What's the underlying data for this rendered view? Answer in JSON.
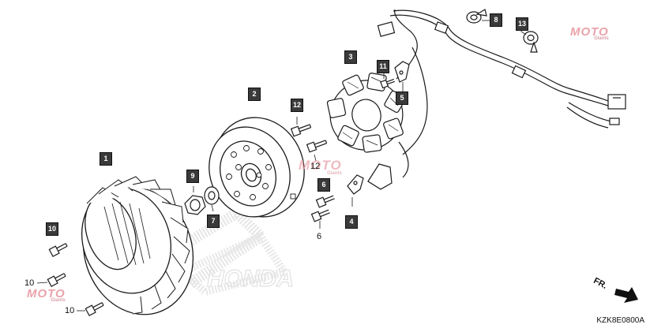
{
  "diagram": {
    "part_tags": [
      {
        "id": "tag-1",
        "label": "1"
      },
      {
        "id": "tag-2",
        "label": "2"
      },
      {
        "id": "tag-3",
        "label": "3"
      },
      {
        "id": "tag-4",
        "label": "4"
      },
      {
        "id": "tag-5",
        "label": "5"
      },
      {
        "id": "tag-6",
        "label": "6"
      },
      {
        "id": "tag-7",
        "label": "7"
      },
      {
        "id": "tag-8",
        "label": "8"
      },
      {
        "id": "tag-9",
        "label": "9"
      },
      {
        "id": "tag-10",
        "label": "10"
      },
      {
        "id": "tag-11",
        "label": "11"
      },
      {
        "id": "tag-12",
        "label": "12"
      },
      {
        "id": "tag-13",
        "label": "13"
      }
    ],
    "plain_labels": {
      "bolt_10_a": "10",
      "bolt_10_b": "10",
      "bolt_12": "12",
      "bolt_6": "6"
    },
    "direction_marker": "FR.",
    "diagram_code": "KZK8E0800A",
    "watermark": {
      "text": "MOTO",
      "subtext": "Giants"
    },
    "background_logo": "HONDA",
    "colors": {
      "tag_bg": "#3a3a3a",
      "line": "#1a1a1a",
      "watermark": "#e9a3aa"
    }
  }
}
